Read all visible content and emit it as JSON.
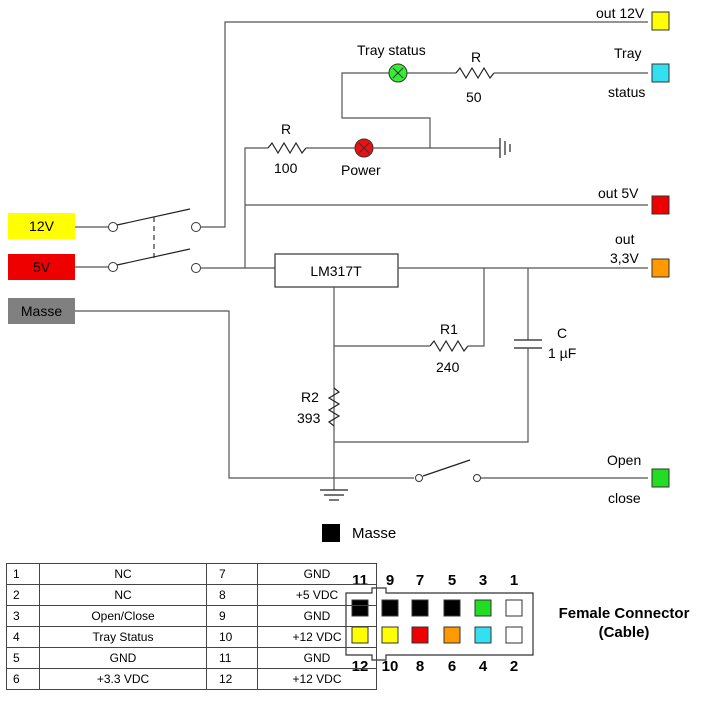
{
  "inputs": {
    "v12": {
      "label": "12V",
      "color": "#ffff00"
    },
    "v5": {
      "label": "5V",
      "color": "#ee0000"
    },
    "masse": {
      "label": "Masse",
      "color": "#808080"
    }
  },
  "outputs": {
    "out12": "out 12V",
    "tray_line1": "Tray",
    "tray_line2": "status",
    "out5": "out 5V",
    "out33_line1": "out",
    "out33_line2": "3,3V",
    "open": "Open",
    "close": "close"
  },
  "components": {
    "tray_led": "Tray status",
    "r_tray": "R",
    "r_tray_val": "50",
    "r_power": "R",
    "r_power_val": "100",
    "power_led": "Power",
    "regulator": "LM317T",
    "r1": "R1",
    "r1_val": "240",
    "r2": "R2",
    "r2_val": "393",
    "cap": "C",
    "cap_val": "1 µF"
  },
  "colors": {
    "yellow": "#ffff00",
    "cyan": "#33e0f0",
    "red": "#ee0000",
    "orange": "#ff9900",
    "green": "#22dd22",
    "black": "#000000",
    "white": "#ffffff",
    "led_green": "#33ee33",
    "led_red": "#ee1111"
  },
  "legend": {
    "label": "Masse"
  },
  "pin_table": [
    {
      "pin_a": "1",
      "sig_a": "NC",
      "pin_b": "7",
      "sig_b": "GND"
    },
    {
      "pin_a": "2",
      "sig_a": "NC",
      "pin_b": "8",
      "sig_b": "+5 VDC"
    },
    {
      "pin_a": "3",
      "sig_a": "Open/Close",
      "pin_b": "9",
      "sig_b": "GND"
    },
    {
      "pin_a": "4",
      "sig_a": "Tray Status",
      "pin_b": "10",
      "sig_b": "+12 VDC"
    },
    {
      "pin_a": "5",
      "sig_a": "GND",
      "pin_b": "11",
      "sig_b": "GND"
    },
    {
      "pin_a": "6",
      "sig_a": "+3.3 VDC",
      "pin_b": "12",
      "sig_b": "+12 VDC"
    }
  ],
  "connector": {
    "title_line1": "Female Connector",
    "title_line2": "(Cable)",
    "top_numbers": [
      "11",
      "9",
      "7",
      "5",
      "3",
      "1"
    ],
    "bottom_numbers": [
      "12",
      "10",
      "8",
      "6",
      "4",
      "2"
    ],
    "top_colors": [
      "black",
      "black",
      "black",
      "black",
      "green",
      "white"
    ],
    "bottom_colors": [
      "yellow",
      "yellow",
      "red",
      "orange",
      "cyan",
      "white"
    ]
  }
}
